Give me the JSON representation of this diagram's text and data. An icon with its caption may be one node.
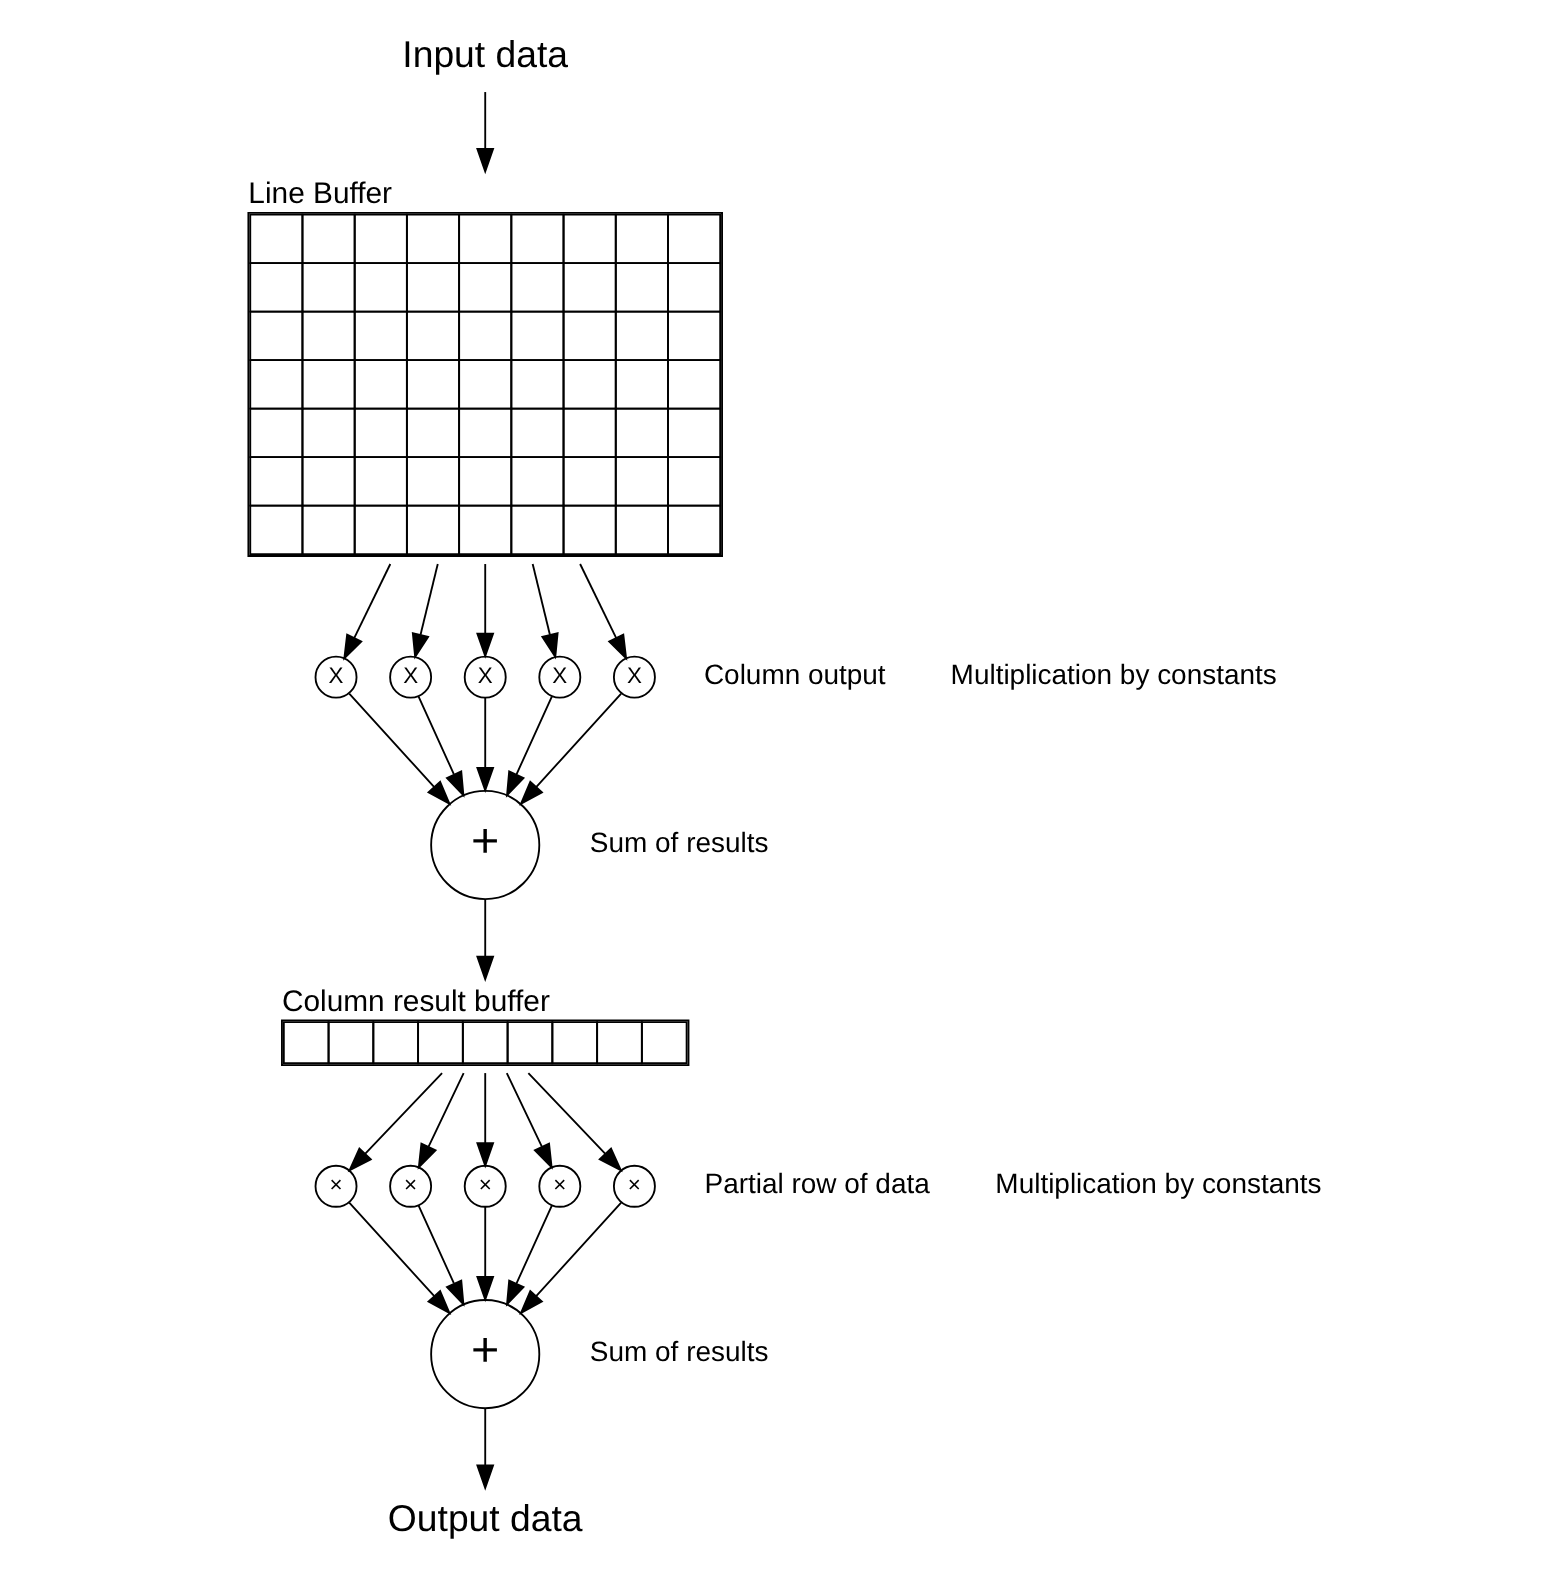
{
  "diagram": {
    "nodes": [
      {
        "text": [
          "Input data"
        ]
      },
      {
        "text": [
          "Line Buffer"
        ]
      },
      {
        "text": [
          "X"
        ]
      },
      {
        "text": [
          "X"
        ]
      },
      {
        "text": [
          "X"
        ]
      },
      {
        "text": [
          "X"
        ]
      },
      {
        "text": [
          "X"
        ]
      },
      {
        "text": [
          "+"
        ]
      },
      {
        "text": [
          "Column result buffer"
        ]
      },
      {
        "text": [
          "×"
        ]
      },
      {
        "text": [
          "×"
        ]
      },
      {
        "text": [
          "×"
        ]
      },
      {
        "text": [
          "×"
        ]
      },
      {
        "text": [
          "×"
        ]
      },
      {
        "text": [
          "+"
        ]
      },
      {
        "text": [
          "Output data"
        ]
      }
    ],
    "edges": [
      {
        "from": 0,
        "to": 1,
        "arrow": "to"
      },
      {
        "from": 1,
        "to": 2,
        "arrow": "to"
      },
      {
        "from": 1,
        "to": 3,
        "arrow": "to"
      },
      {
        "from": 1,
        "to": 4,
        "arrow": "to"
      },
      {
        "from": 1,
        "to": 5,
        "arrow": "to"
      },
      {
        "from": 1,
        "to": 6,
        "arrow": "to"
      },
      {
        "from": 2,
        "to": 7,
        "arrow": "to"
      },
      {
        "from": 3,
        "to": 7,
        "arrow": "to"
      },
      {
        "from": 4,
        "to": 7,
        "arrow": "to"
      },
      {
        "from": 5,
        "to": 7,
        "arrow": "to"
      },
      {
        "from": 6,
        "to": 7,
        "arrow": "to"
      },
      {
        "from": 7,
        "to": 8,
        "arrow": "to"
      },
      {
        "from": 8,
        "to": 9,
        "arrow": "to"
      },
      {
        "from": 8,
        "to": 10,
        "arrow": "to"
      },
      {
        "from": 8,
        "to": 11,
        "arrow": "to"
      },
      {
        "from": 8,
        "to": 12,
        "arrow": "to"
      },
      {
        "from": 8,
        "to": 13,
        "arrow": "to"
      },
      {
        "from": 9,
        "to": 14,
        "arrow": "to"
      },
      {
        "from": 10,
        "to": 14,
        "arrow": "to"
      },
      {
        "from": 11,
        "to": 14,
        "arrow": "to"
      },
      {
        "from": 12,
        "to": 14,
        "arrow": "to"
      },
      {
        "from": 13,
        "to": 14,
        "arrow": "to"
      },
      {
        "from": 14,
        "to": 15,
        "arrow": "to"
      }
    ],
    "labels": [
      "Column output",
      "Multiplication by constants",
      "Sum of results",
      "Partial row of data",
      "Multiplication by constants",
      "Sum of results"
    ]
  }
}
